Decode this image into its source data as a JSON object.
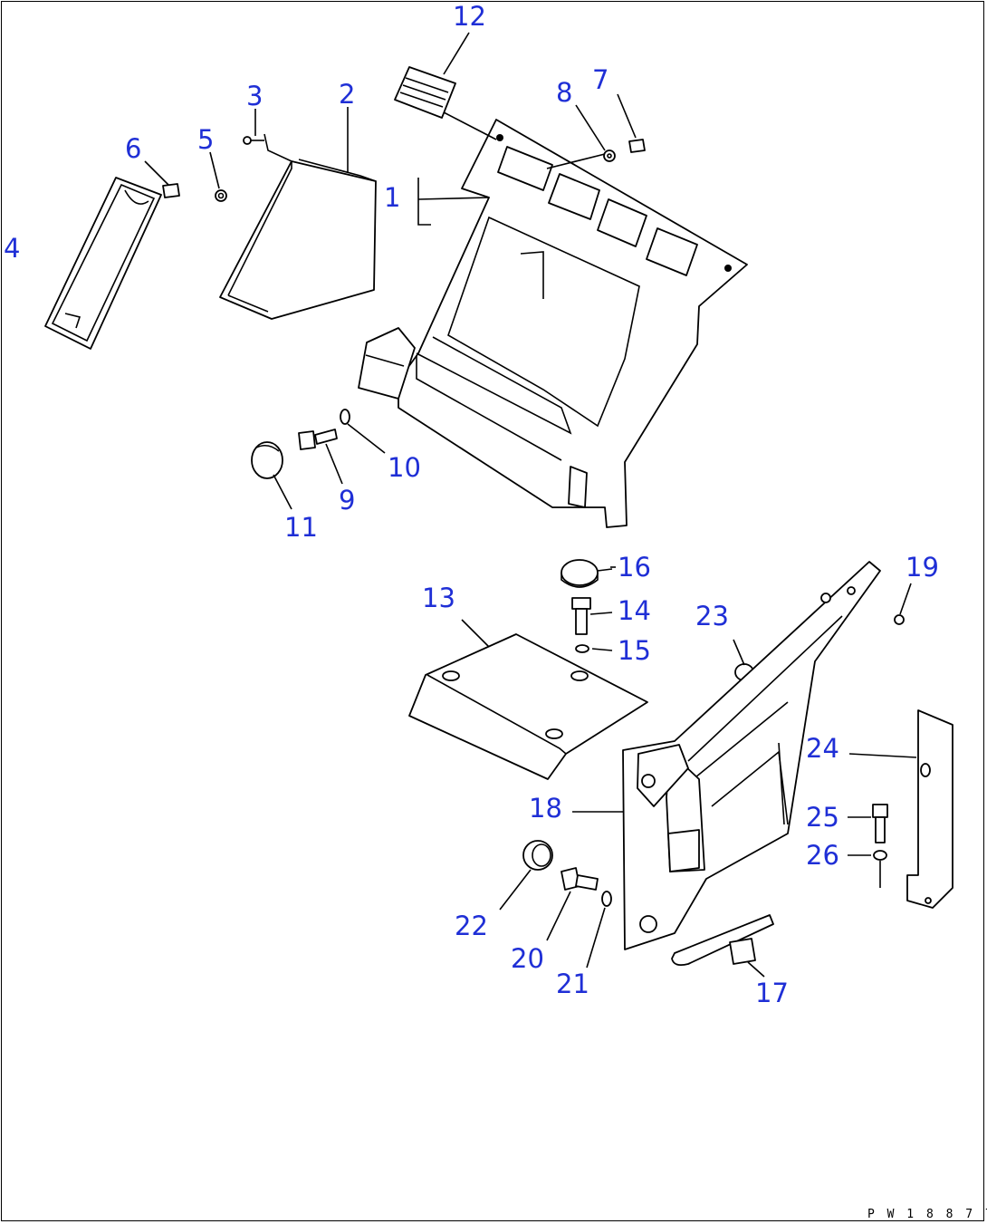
{
  "drawing": {
    "code": "P W 1 8 8 7 7",
    "callouts": [
      "1",
      "2",
      "3",
      "4",
      "5",
      "6",
      "7",
      "8",
      "9",
      "10",
      "11",
      "12",
      "13",
      "14",
      "15",
      "16",
      "17",
      "18",
      "19",
      "20",
      "21",
      "22",
      "23",
      "24",
      "25",
      "26"
    ],
    "label_colors": {
      "callout": "#1f2fd6",
      "linework": "#000000"
    }
  }
}
